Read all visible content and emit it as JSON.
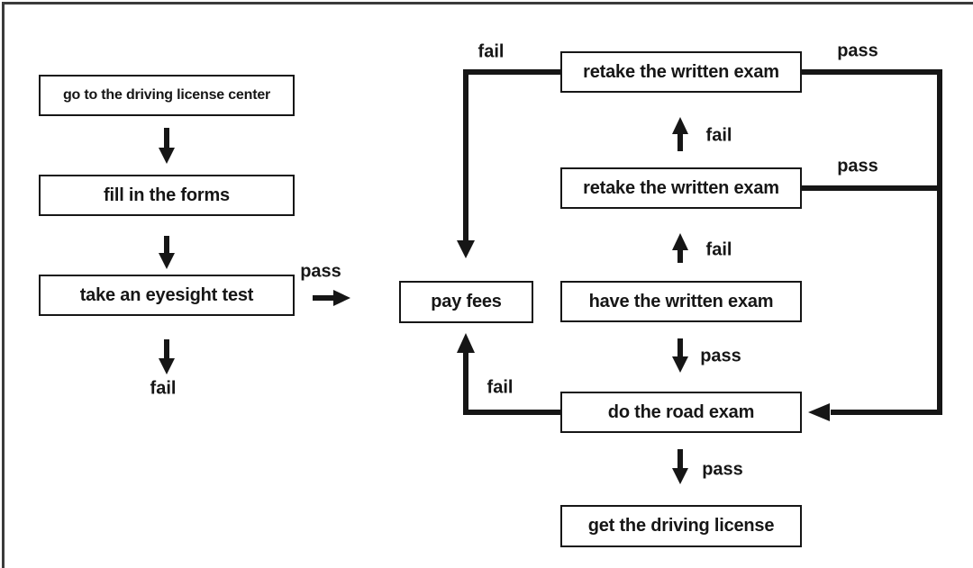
{
  "colors": {
    "background": "#ffffff",
    "line": "#161616",
    "text": "#161616",
    "box_border": "#161616",
    "frame_border": "#3b3b3b"
  },
  "nodes": [
    {
      "id": "go-to-center",
      "label": "go to the driving license center"
    },
    {
      "id": "fill-forms",
      "label": "fill in the forms"
    },
    {
      "id": "eyesight-test",
      "label": "take an eyesight test"
    },
    {
      "id": "pay-fees",
      "label": "pay fees"
    },
    {
      "id": "retake-written-1",
      "label": "retake the written exam"
    },
    {
      "id": "retake-written-2",
      "label": "retake the written exam"
    },
    {
      "id": "written-exam",
      "label": "have the written exam"
    },
    {
      "id": "road-exam",
      "label": "do the road exam"
    },
    {
      "id": "get-license",
      "label": "get the driving license"
    }
  ],
  "edge_labels": [
    {
      "id": "eyesight-pass",
      "text": "pass"
    },
    {
      "id": "eyesight-fail",
      "text": "fail"
    },
    {
      "id": "retake1-fail",
      "text": "fail"
    },
    {
      "id": "retake1-pass",
      "text": "pass"
    },
    {
      "id": "retake2-fail-up",
      "text": "fail"
    },
    {
      "id": "retake2-pass",
      "text": "pass"
    },
    {
      "id": "written-fail-up",
      "text": "fail"
    },
    {
      "id": "written-pass",
      "text": "pass"
    },
    {
      "id": "road-fail",
      "text": "fail"
    },
    {
      "id": "road-pass",
      "text": "pass"
    }
  ]
}
